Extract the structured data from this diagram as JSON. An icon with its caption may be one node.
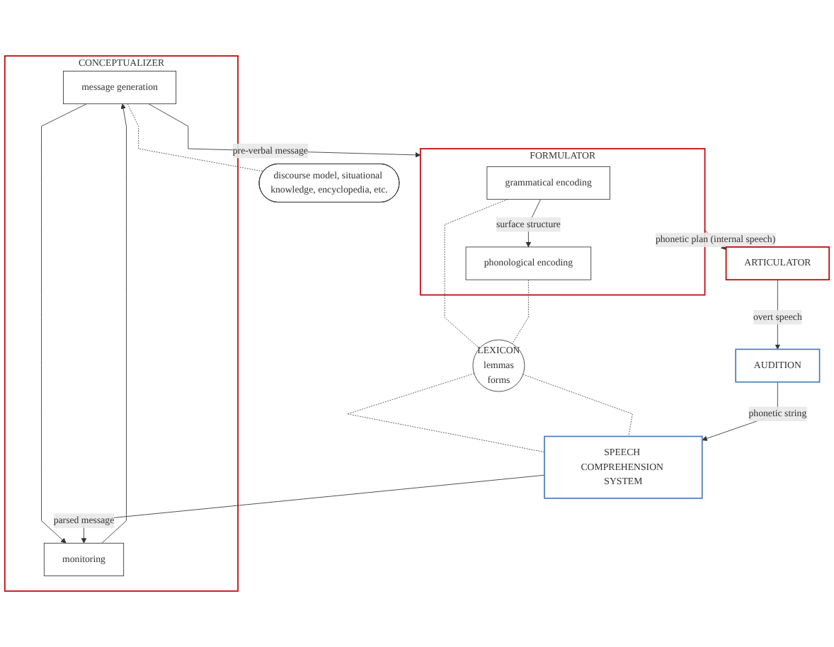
{
  "diagram": {
    "nodes": [
      {
        "text": [
          "CONCEPTUALIZER"
        ]
      },
      {
        "text": [
          "message generation"
        ],
        "in": 0
      },
      {
        "text": [
          "monitoring"
        ],
        "in": 0
      },
      {
        "text": [
          "discourse model, situational knowledge, encyclopedia, etc."
        ]
      },
      {
        "text": [
          "FORMULATOR"
        ]
      },
      {
        "text": [
          "grammatical encoding"
        ],
        "in": 4
      },
      {
        "text": [
          "phonological encoding"
        ],
        "in": 4
      },
      {
        "text": [
          "LEXICON",
          "lemmas",
          "forms"
        ]
      },
      {
        "text": [
          "SPEECH COMPREHENSION SYSTEM"
        ]
      },
      {
        "text": [
          "ARTICULATOR"
        ]
      },
      {
        "text": [
          "AUDITION"
        ]
      }
    ],
    "edges": [
      {
        "from": 1,
        "to": 2,
        "arrow": "to"
      },
      {
        "from": 2,
        "to": 1,
        "arrow": "to"
      },
      {
        "from": 1,
        "to": 3,
        "arrow": "none",
        "style": "dashed"
      },
      {
        "from": 1,
        "to": 4,
        "arrow": "to",
        "label": "pre-verbal message"
      },
      {
        "from": 5,
        "to": 6,
        "arrow": "to",
        "label": "surface structure"
      },
      {
        "from": 5,
        "to": 7,
        "arrow": "none",
        "style": "dashed"
      },
      {
        "from": 6,
        "to": 7,
        "arrow": "none",
        "style": "dashed"
      },
      {
        "from": 7,
        "to": 8,
        "arrow": "none",
        "style": "dashed"
      },
      {
        "from": 7,
        "to": 8,
        "arrow": "none",
        "style": "dashed"
      },
      {
        "from": 4,
        "to": 9,
        "arrow": "to",
        "label": "phonetic plan (internal speech)"
      },
      {
        "from": 9,
        "to": 10,
        "arrow": "to",
        "label": "overt speech"
      },
      {
        "from": 10,
        "to": 8,
        "arrow": "to",
        "label": "phonetic string"
      },
      {
        "from": 8,
        "to": 2,
        "arrow": "to",
        "label": "parsed message"
      }
    ]
  }
}
